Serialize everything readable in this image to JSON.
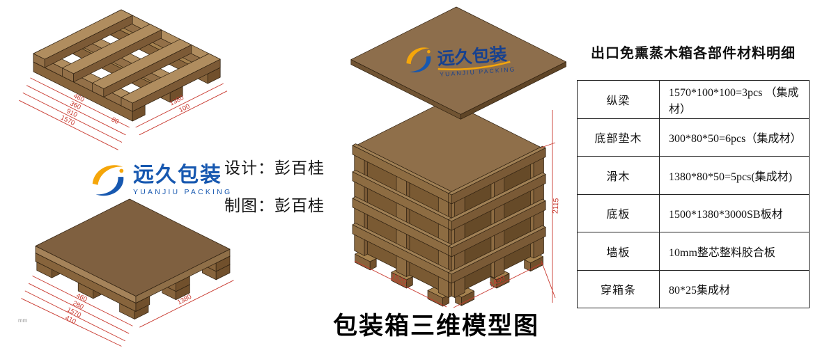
{
  "page": {
    "main_title": "包装箱三维模型图",
    "unit_note": "mm"
  },
  "brand": {
    "name_cn": "远久包装",
    "name_en": "YUANJIU PACKING"
  },
  "credits": {
    "design_line": "设计：彭百桂",
    "draft_line": "制图：彭百桂"
  },
  "bom_table": {
    "title": "出口免熏蒸木箱各部件材料明细",
    "rows": [
      {
        "part": "纵梁",
        "spec": "1570*100*100=3pcs （集成材）"
      },
      {
        "part": "底部垫木",
        "spec": "300*80*50=6pcs（集成材）"
      },
      {
        "part": "滑木",
        "spec": "1380*80*50=5pcs(集成材)"
      },
      {
        "part": "底板",
        "spec": "1500*1380*3000SB板材"
      },
      {
        "part": "墙板",
        "spec": "10mm整芯整料胶合板"
      },
      {
        "part": "穿箱条",
        "spec": "80*25集成材"
      }
    ]
  },
  "dimensions": {
    "crate": {
      "height": "2115",
      "front_width": "1450",
      "side_depth": "1520"
    },
    "pallet_frame": {
      "left": [
        "460",
        "360",
        "910",
        "1570",
        "80"
      ],
      "right": [
        "1380",
        "100"
      ]
    },
    "pallet_deck": {
      "left": [
        "460",
        "280",
        "1570",
        "410"
      ],
      "right": [
        "1380"
      ]
    }
  },
  "colors": {
    "dimension_red": "#c8372d",
    "brand_blue": "#1758b0",
    "brand_yellow": "#f5a60a"
  }
}
